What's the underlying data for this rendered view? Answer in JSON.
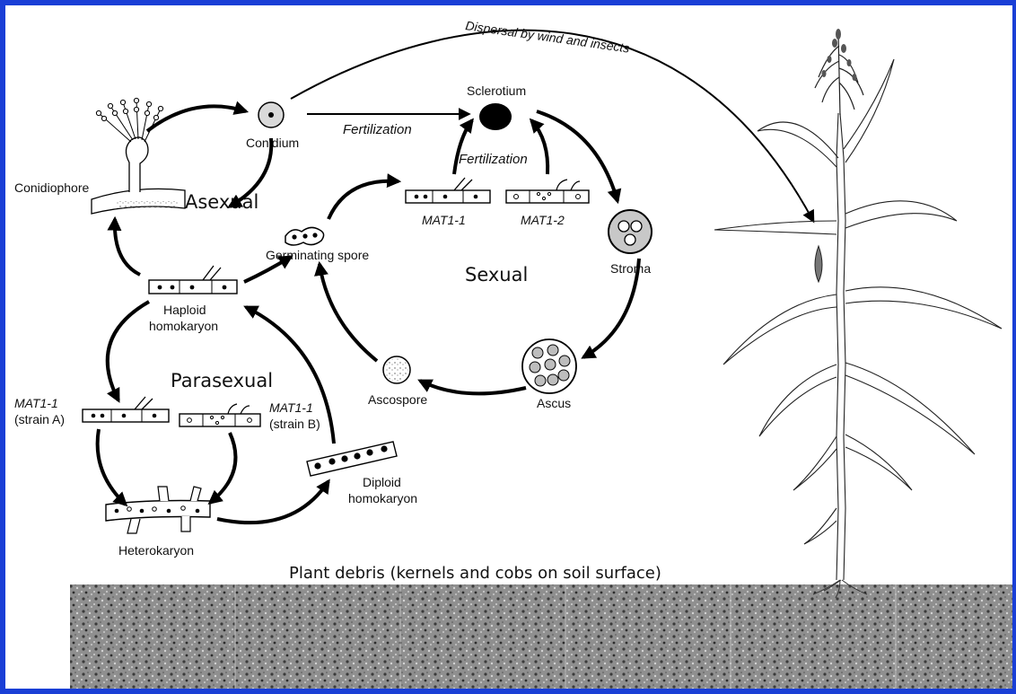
{
  "dispersal_label": "Dispersal by wind and insects",
  "cycles": {
    "asexual": "Asexual",
    "sexual": "Sexual",
    "parasexual": "Parasexual"
  },
  "nodes": {
    "conidium": "Conidium",
    "conidiophore": "Conidiophore",
    "sclerotium": "Sclerotium",
    "fertilization_top": "Fertilization",
    "fertilization_mid": "Fertilization",
    "mat_sexual_1": "MAT1-1",
    "mat_sexual_2": "MAT1-2",
    "germinating_spore": "Germinating spore",
    "stroma": "Stroma",
    "haploid_1": "Haploid",
    "haploid_2": "homokaryon",
    "ascus": "Ascus",
    "ascospore": "Ascospore",
    "strain_a_mat": "MAT1-1",
    "strain_a": "(strain A)",
    "strain_b_mat": "MAT1-1",
    "strain_b": "(strain B)",
    "diploid_1": "Diploid",
    "diploid_2": "homokaryon",
    "heterokaryon": "Heterokaryon"
  },
  "debris_label": "Plant debris (kernels and cobs on soil surface)",
  "colors": {
    "border": "#1a3fd6",
    "background": "#ffffff",
    "ink": "#000000",
    "conidium_fill": "#d9d9d9",
    "stroma_fill": "#c8c8c8",
    "soil": "#8a8a8a"
  }
}
